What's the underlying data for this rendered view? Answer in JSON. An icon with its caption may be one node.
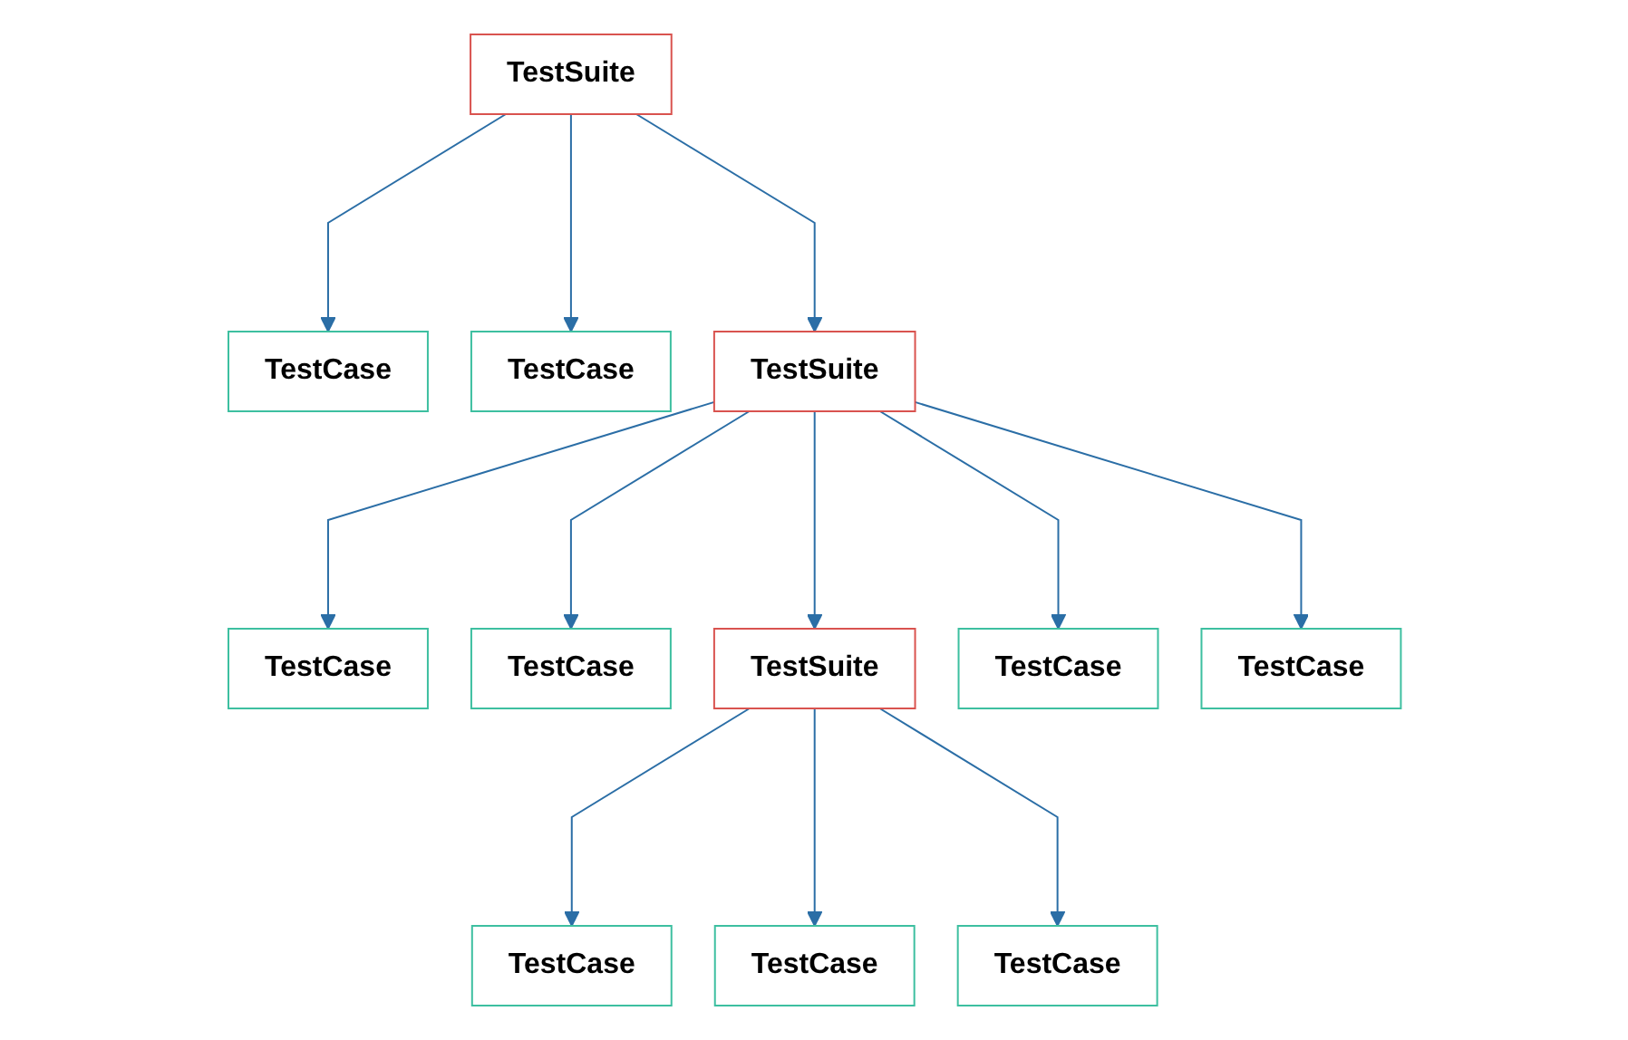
{
  "diagram": {
    "nodes": [
      {
        "text": [
          "TestSuite"
        ]
      },
      {
        "text": [
          "TestCase"
        ]
      },
      {
        "text": [
          "TestCase"
        ]
      },
      {
        "text": [
          "TestSuite"
        ]
      },
      {
        "text": [
          "TestCase"
        ]
      },
      {
        "text": [
          "TestCase"
        ]
      },
      {
        "text": [
          "TestSuite"
        ]
      },
      {
        "text": [
          "TestCase"
        ]
      },
      {
        "text": [
          "TestCase"
        ]
      },
      {
        "text": [
          "TestCase"
        ]
      },
      {
        "text": [
          "TestCase"
        ]
      },
      {
        "text": [
          "TestCase"
        ]
      }
    ],
    "edges": [
      {
        "from": 0,
        "to": 1,
        "arrow": "to"
      },
      {
        "from": 0,
        "to": 2,
        "arrow": "to"
      },
      {
        "from": 0,
        "to": 3,
        "arrow": "to"
      },
      {
        "from": 3,
        "to": 4,
        "arrow": "to"
      },
      {
        "from": 3,
        "to": 5,
        "arrow": "to"
      },
      {
        "from": 3,
        "to": 6,
        "arrow": "to"
      },
      {
        "from": 3,
        "to": 7,
        "arrow": "to"
      },
      {
        "from": 3,
        "to": 8,
        "arrow": "to"
      },
      {
        "from": 6,
        "to": 9,
        "arrow": "to"
      },
      {
        "from": 6,
        "to": 10,
        "arrow": "to"
      },
      {
        "from": 6,
        "to": 11,
        "arrow": "to"
      }
    ]
  }
}
